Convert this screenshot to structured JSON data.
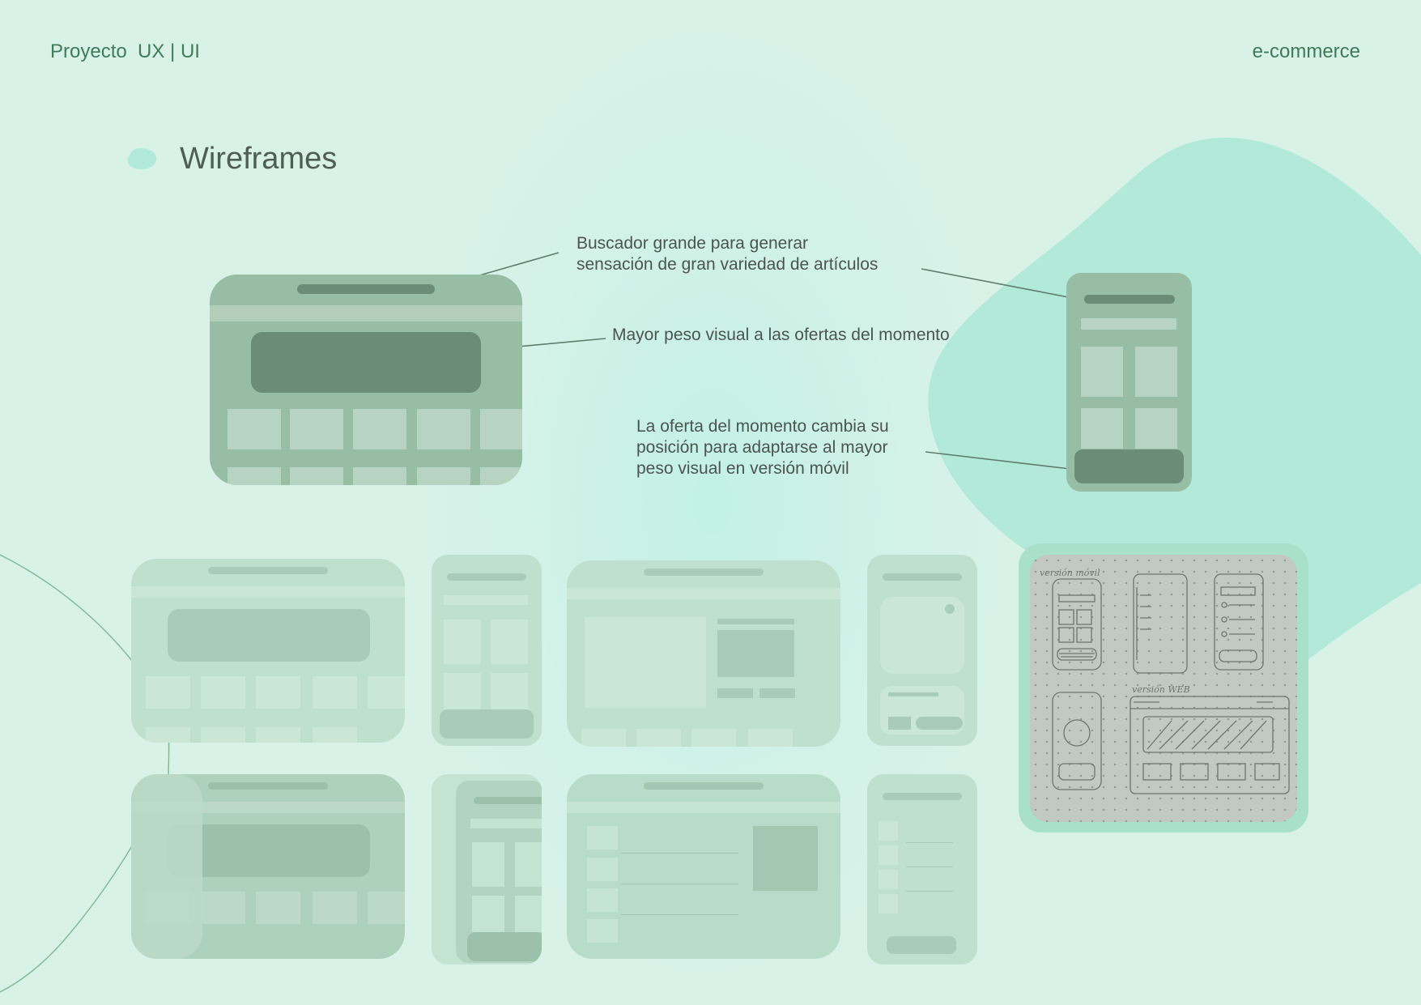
{
  "header": {
    "project_label": "Proyecto  UX | UI",
    "section_label": "e-commerce"
  },
  "section": {
    "title": "Wireframes",
    "bullet_icon": "blob-bullet-icon"
  },
  "annotations": {
    "search_line1": "Buscador grande para generar",
    "search_line2": "sensación de gran variedad de artículos",
    "offers": "Mayor peso visual a las ofertas del momento",
    "mobile_line1": "La oferta del momento cambia su",
    "mobile_line2": "posición para adaptarse al mayor",
    "mobile_line3": "peso visual en versión móvil"
  },
  "sketch": {
    "label_mobile": "versión móvil",
    "label_web": "versión WEB"
  },
  "colors": {
    "background": "#d5f2e8",
    "accent_blob": "#b3e9d8",
    "wireframe_dark": "#6b8c77",
    "wireframe_mid": "#97bea4",
    "wireframe_light": "#b7d3c1",
    "header_text": "#3f7a5a"
  }
}
